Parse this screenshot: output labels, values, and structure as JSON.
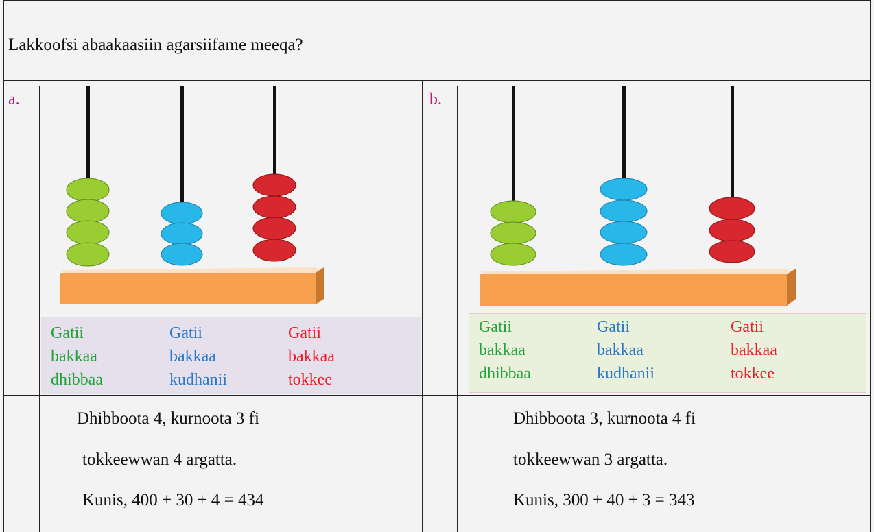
{
  "question": "Lakkoofsi abaakaasiin agarsiifame meeqa?",
  "problems": [
    {
      "letter": "a.",
      "columns": [
        {
          "l1": "Gatii",
          "l2": "bakkaa",
          "l3": "dhibbaa",
          "beads": 4,
          "color": "green"
        },
        {
          "l1": "Gatii",
          "l2": "bakkaa",
          "l3": "kudhanii",
          "beads": 3,
          "color": "blue"
        },
        {
          "l1": "Gatii",
          "l2": "bakkaa",
          "l3": "tokkee",
          "beads": 4,
          "color": "red"
        }
      ],
      "line1": "Dhibboota 4, kurnoota 3  fi",
      "line2": "tokkeewwan 4 argatta.",
      "line3": "Kunis, 400 + 30 + 4 = 434"
    },
    {
      "letter": "b.",
      "columns": [
        {
          "l1": "Gatii",
          "l2": "bakkaa",
          "l3": "dhibbaa",
          "beads": 3,
          "color": "green"
        },
        {
          "l1": "Gatii",
          "l2": "bakkaa",
          "l3": "kudhanii",
          "beads": 4,
          "color": "blue"
        },
        {
          "l1": "Gatii",
          "l2": "bakkaa",
          "l3": "tokkee",
          "beads": 3,
          "color": "red"
        }
      ],
      "line1": "Dhibboota 3, kurnoota 4 fi",
      "line2": "tokkeewwan 3 argatta.",
      "line3": "Kunis, 300 + 40 + 3 = 343"
    }
  ],
  "colors": {
    "green_bead": "#9acd32",
    "blue_bead": "#29b6e8",
    "red_bead": "#d6282e",
    "base": "#f6a04d",
    "letter": "#c0187e"
  }
}
